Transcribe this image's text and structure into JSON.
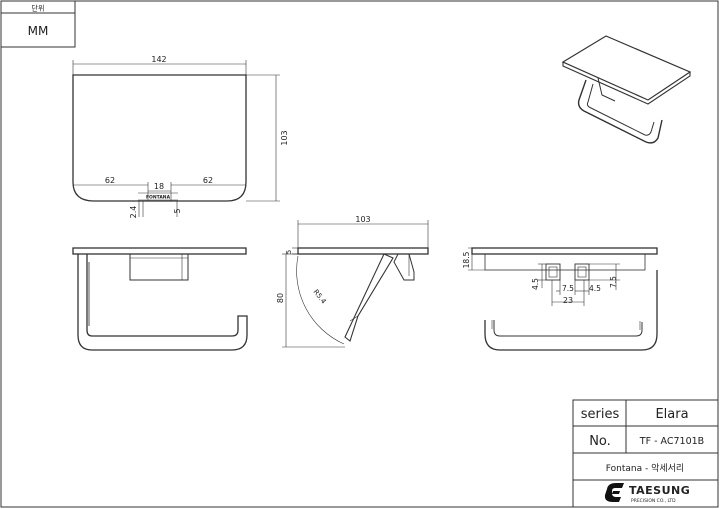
{
  "unit_box": {
    "header": "단위",
    "value": "MM"
  },
  "top_view": {
    "width": "142",
    "height": "103",
    "left_seg": "62",
    "mid_seg": "18",
    "right_seg": "62",
    "brand": "FONTANA",
    "hole_a": "2.4",
    "hole_b": "5"
  },
  "side_view": {
    "depth": "103",
    "plate": "5",
    "height": "80",
    "radius": "R5.4"
  },
  "rear_view": {
    "d1": "18.5",
    "d2": "4.5",
    "d3": "7.5",
    "d4": "4.5",
    "d5": "7.5",
    "d6": "23"
  },
  "title_block": {
    "series_label": "series",
    "series_value": "Elara",
    "no_label": "No.",
    "no_value": "TF - AC7101B",
    "product": "Fontana - 악세서리",
    "company": "TAESUNG",
    "company_sub": "PRECISION CO., LTD"
  }
}
